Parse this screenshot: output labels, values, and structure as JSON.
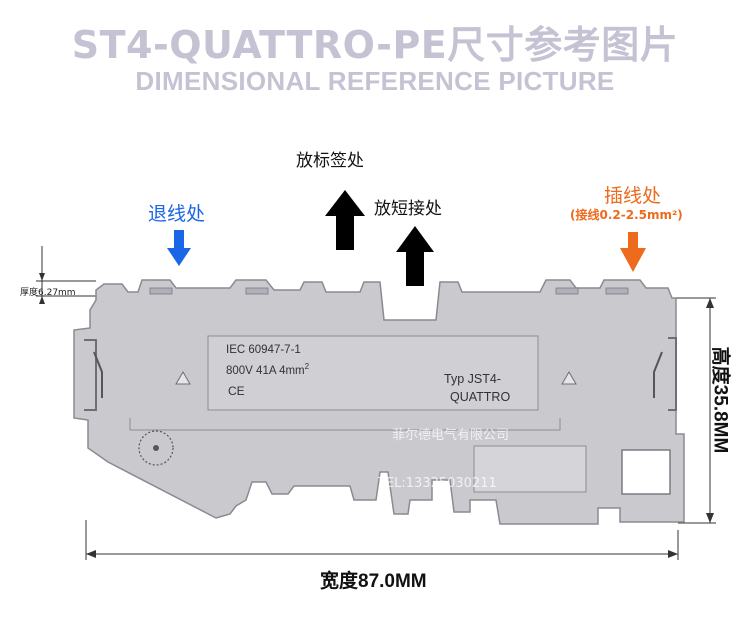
{
  "header": {
    "title_cn": "ST4-QUATTRO-PE尺寸参考图片",
    "title_en": "DIMENSIONAL REFERENCE PICTURE"
  },
  "callouts": {
    "label_area": "放标签处",
    "short_connect": "放短接处",
    "release": "退线处",
    "insert": "插线处",
    "insert_spec": "(接线0.2-2.5mm²)"
  },
  "dimensions": {
    "thickness": "厚度6.27mm",
    "width": "宽度87.0MM",
    "height": "高度35.8MM"
  },
  "block_markings": {
    "standard": "IEC 60947-7-1",
    "rating": "800V  41A  4mm",
    "rating_sup": "2",
    "ce": "CE",
    "type_line1": "Typ JST4-",
    "type_line2": "QUATTRO"
  },
  "watermark": {
    "company": "菲尔德电气有限公司",
    "tel": "TEL:13325030211"
  },
  "colors": {
    "title": "#c5c3d3",
    "release_arrow": "#1a66e6",
    "insert_arrow": "#ee6a1c",
    "up_arrows": "#000000",
    "block_body": "#c9c9ce"
  },
  "icons": [
    "arrow-down-icon",
    "arrow-up-icon"
  ]
}
